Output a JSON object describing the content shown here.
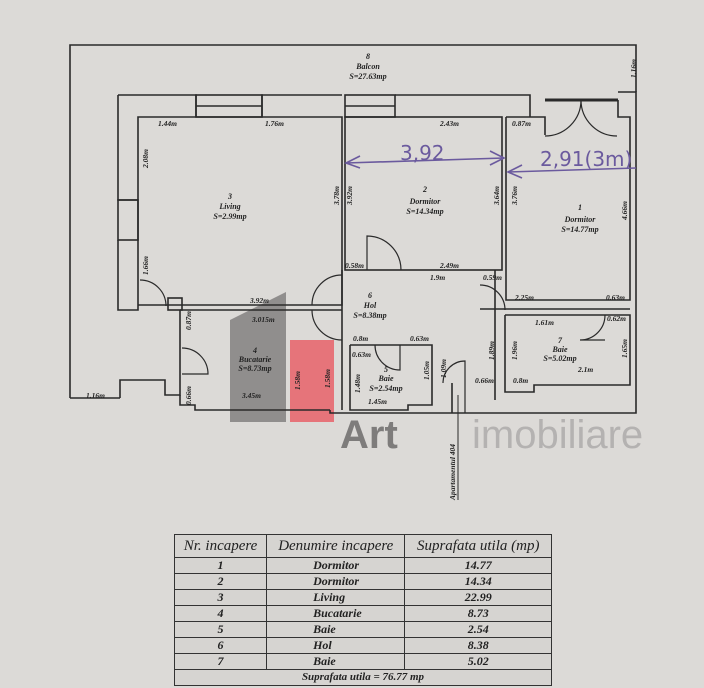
{
  "plan": {
    "rooms": [
      {
        "nr": "8",
        "name": "Balcon",
        "area": "S=27.63mp"
      },
      {
        "nr": "3",
        "name": "Living",
        "area": "S=2.99mp"
      },
      {
        "nr": "2",
        "name": "Dormitor",
        "area": "S=14.34mp"
      },
      {
        "nr": "1",
        "name": "Dormitor",
        "area": "S=14.77mp"
      },
      {
        "nr": "6",
        "name": "Hol",
        "area": "S=8.38mp"
      },
      {
        "nr": "4",
        "name": "Bucatarie",
        "area": "S=8.73mp"
      },
      {
        "nr": "5",
        "name": "Baie",
        "area": "S=2.54mp"
      },
      {
        "nr": "7",
        "name": "Baie",
        "area": "S=5.02mp"
      }
    ],
    "dimensions": {
      "d_1_44": "1.44m",
      "d_1_76": "1.76m",
      "d_2_43": "2.43m",
      "d_0_87a": "0.87m",
      "d_1_16a": "1.16m",
      "d_2_08": "2.08m",
      "d_3_78": "3.78m",
      "d_3_92v": "3.92m",
      "d_3_64": "3.64m",
      "d_3_76": "3.76m",
      "d_4_66": "4.66m",
      "d_0_58": "0.58m",
      "d_2_49": "2.49m",
      "d_1_9": "1.9m",
      "d_0_59": "0.59m",
      "d_1_66": "1.66m",
      "d_3_92h": "3.92m",
      "d_3_015": "3.015m",
      "d_0_87b": "0.87m",
      "d_2_25": "2.25m",
      "d_0_63a": "0.63m",
      "d_1_61": "1.61m",
      "d_0_62": "0.62m",
      "d_0_8a": "0.8m",
      "d_0_63b": "0.63m",
      "d_0_63c": "0.63m",
      "d_1_58": "1.58m",
      "d_1_48": "1.48m",
      "d_1_05": "1.05m",
      "d_1_09": "1.09m",
      "d_1_89": "1.89m",
      "d_1_96": "1.96m",
      "d_1_65": "1.65m",
      "d_2_1": "2.1m",
      "d_0_8b": "0.8m",
      "d_0_66a": "0.66m",
      "d_0_66b": "0.66m",
      "d_1_45": "1.45m",
      "d_3_45": "3.45m",
      "d_1_16b": "1.16m"
    },
    "entrance_label": "Apartamentul 404",
    "handwritten": {
      "a": "3,92",
      "b": "2,91(3m)"
    },
    "watermark": {
      "brand": "Art",
      "suffix": "imobiliare",
      "colors": {
        "gray": "#7d7b7b",
        "red": "#e8616a"
      }
    },
    "line_color": "#2a2a2a",
    "pen_color": "#6b5a9e"
  },
  "table": {
    "headers": [
      "Nr. incapere",
      "Denumire incapere",
      "Suprafata utila (mp)"
    ],
    "rows": [
      {
        "nr": "1",
        "name": "Dormitor",
        "area": "14.77"
      },
      {
        "nr": "2",
        "name": "Dormitor",
        "area": "14.34"
      },
      {
        "nr": "3",
        "name": "Living",
        "area": "22.99"
      },
      {
        "nr": "4",
        "name": "Bucatarie",
        "area": "8.73"
      },
      {
        "nr": "5",
        "name": "Baie",
        "area": "2.54"
      },
      {
        "nr": "6",
        "name": "Hol",
        "area": "8.38"
      },
      {
        "nr": "7",
        "name": "Baie",
        "area": "5.02"
      }
    ],
    "total": "Suprafata utila = 76.77 mp"
  }
}
